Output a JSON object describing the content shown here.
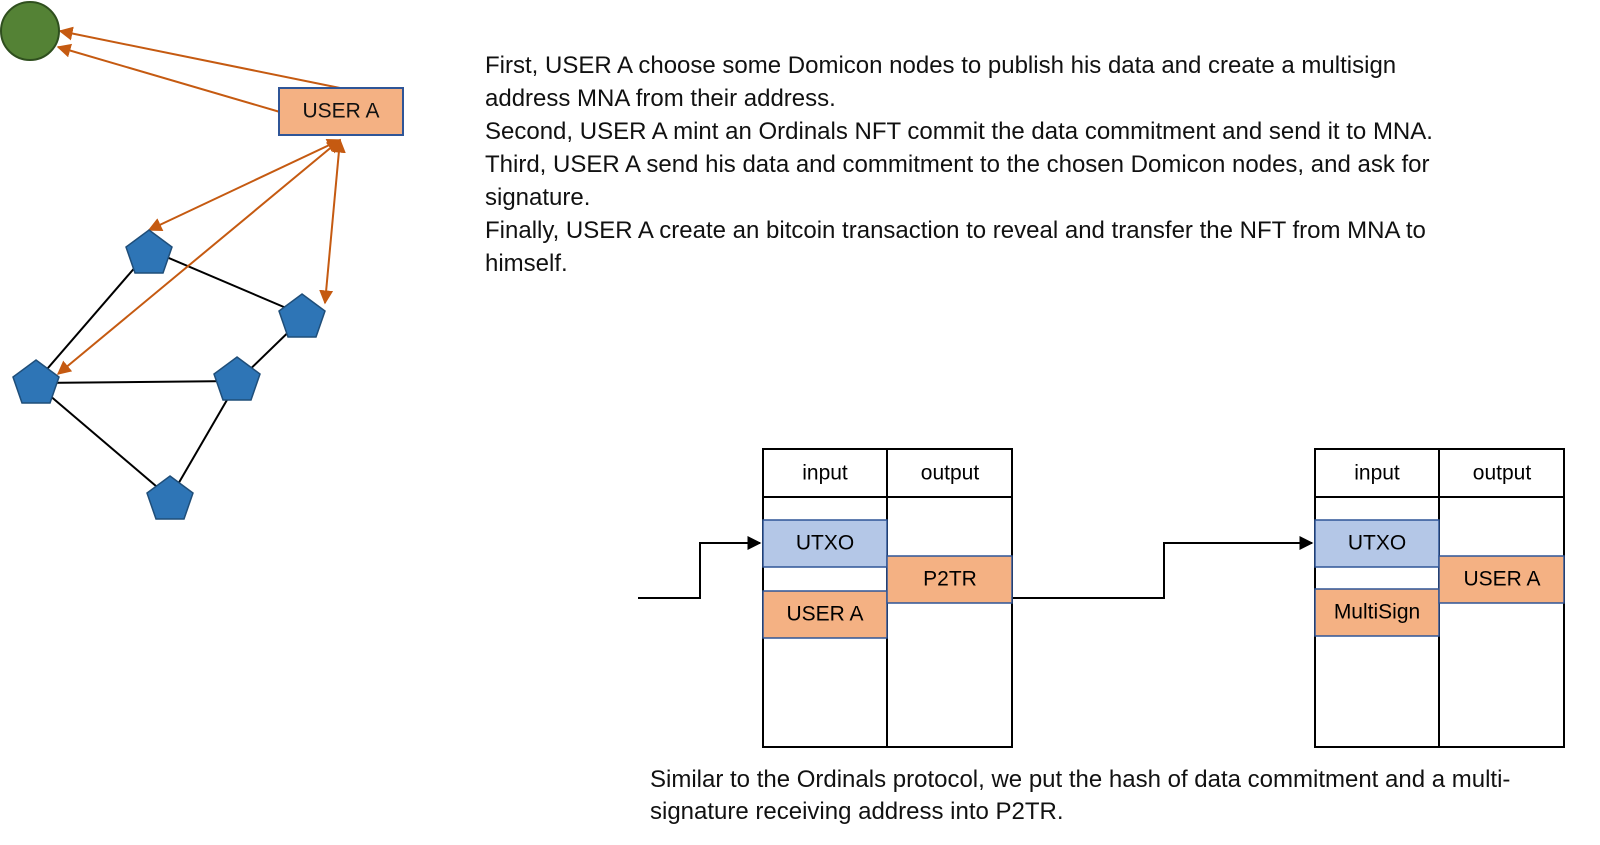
{
  "network": {
    "user_label": "USER A",
    "colors": {
      "user_box": "#F4B183",
      "node": "#2E75B6",
      "root": "#548235",
      "arrow": "#C55A11"
    }
  },
  "description": {
    "lines": [
      "First, USER A choose some Domicon nodes to publish his data and create a multisign address  MNA from their address.",
      "Second, USER A mint an Ordinals NFT commit the data commitment and send it to MNA.",
      "Third, USER A send his data and commitment to the chosen Domicon nodes, and ask for signature.",
      "Finally, USER A create an bitcoin transaction to reveal and transfer the NFT from MNA to himself."
    ]
  },
  "tx1": {
    "input_header": "input",
    "output_header": "output",
    "input_items": [
      "UTXO",
      "USER A"
    ],
    "output_items": [
      "P2TR"
    ]
  },
  "tx2": {
    "input_header": "input",
    "output_header": "output",
    "input_items": [
      "UTXO",
      "MultiSign"
    ],
    "output_items": [
      "USER A"
    ]
  },
  "caption": "Similar to the Ordinals protocol, we put the hash of data commitment and a multi-signature receiving address into P2TR.",
  "colors": {
    "utxo": "#B4C7E7",
    "orange": "#F4B183"
  }
}
